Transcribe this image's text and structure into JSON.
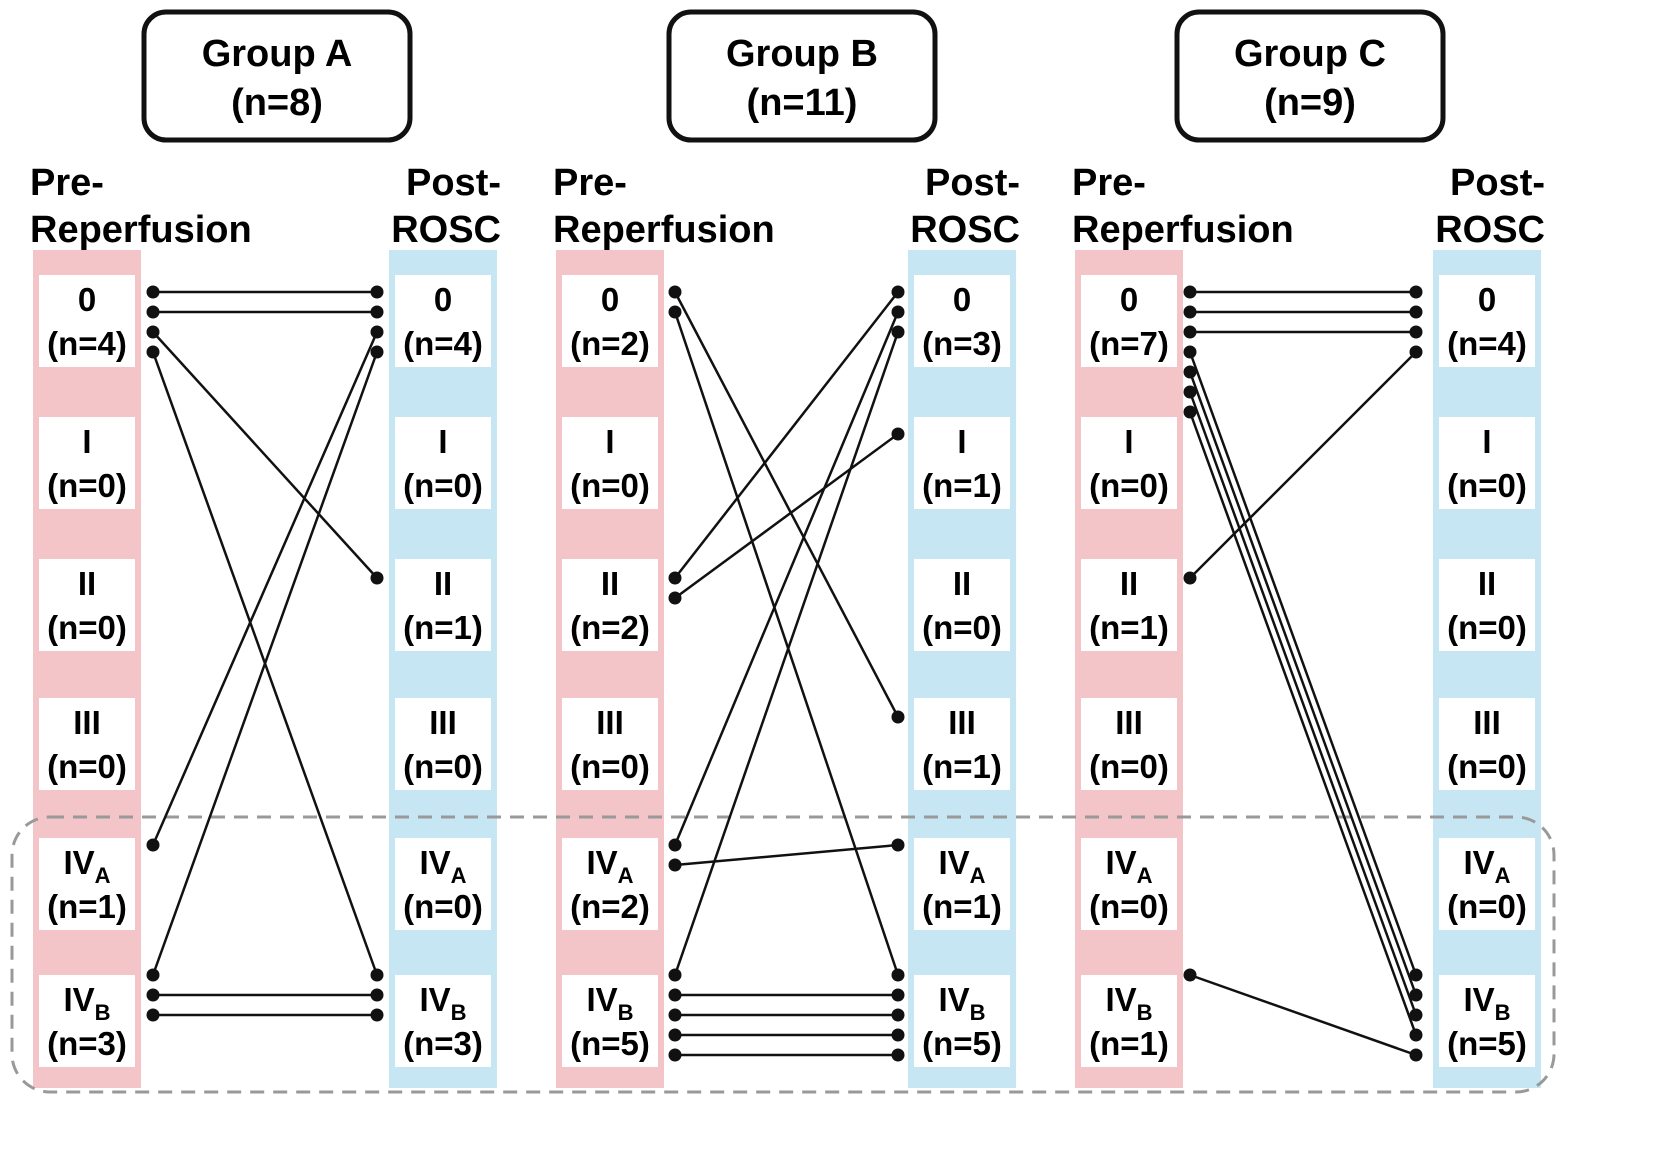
{
  "groups": [
    {
      "title": "Group A",
      "n": "(n=8)",
      "pre_header": [
        "Pre-",
        "Reperfusion"
      ],
      "post_header": [
        "Post-",
        "ROSC"
      ],
      "pre_counts": [
        "(n=4)",
        "(n=0)",
        "(n=0)",
        "(n=0)",
        "(n=1)",
        "(n=3)"
      ],
      "post_counts": [
        "(n=4)",
        "(n=0)",
        "(n=1)",
        "(n=0)",
        "(n=0)",
        "(n=3)"
      ],
      "transitions": [
        {
          "from": "0",
          "to": "0"
        },
        {
          "from": "0",
          "to": "0"
        },
        {
          "from": "0",
          "to": "II"
        },
        {
          "from": "0",
          "to": "IVB"
        },
        {
          "from": "IVA",
          "to": "0"
        },
        {
          "from": "IVB",
          "to": "0"
        },
        {
          "from": "IVB",
          "to": "IVB"
        },
        {
          "from": "IVB",
          "to": "IVB"
        }
      ]
    },
    {
      "title": "Group B",
      "n": "(n=11)",
      "pre_header": [
        "Pre-",
        "Reperfusion"
      ],
      "post_header": [
        "Post-",
        "ROSC"
      ],
      "pre_counts": [
        "(n=2)",
        "(n=0)",
        "(n=2)",
        "(n=0)",
        "(n=2)",
        "(n=5)"
      ],
      "post_counts": [
        "(n=3)",
        "(n=1)",
        "(n=0)",
        "(n=1)",
        "(n=1)",
        "(n=5)"
      ],
      "transitions": [
        {
          "from": "0",
          "to": "III"
        },
        {
          "from": "0",
          "to": "IVB"
        },
        {
          "from": "II",
          "to": "0"
        },
        {
          "from": "II",
          "to": "I"
        },
        {
          "from": "IVA",
          "to": "0"
        },
        {
          "from": "IVA",
          "to": "IVA"
        },
        {
          "from": "IVB",
          "to": "0"
        },
        {
          "from": "IVB",
          "to": "IVB"
        },
        {
          "from": "IVB",
          "to": "IVB"
        },
        {
          "from": "IVB",
          "to": "IVB"
        },
        {
          "from": "IVB",
          "to": "IVB"
        }
      ]
    },
    {
      "title": "Group C",
      "n": "(n=9)",
      "pre_header": [
        "Pre-",
        "Reperfusion"
      ],
      "post_header": [
        "Post-",
        "ROSC"
      ],
      "pre_counts": [
        "(n=7)",
        "(n=0)",
        "(n=1)",
        "(n=0)",
        "(n=0)",
        "(n=1)"
      ],
      "post_counts": [
        "(n=4)",
        "(n=0)",
        "(n=0)",
        "(n=0)",
        "(n=0)",
        "(n=5)"
      ],
      "transitions": [
        {
          "from": "0",
          "to": "0"
        },
        {
          "from": "0",
          "to": "0"
        },
        {
          "from": "0",
          "to": "0"
        },
        {
          "from": "0",
          "to": "IVB"
        },
        {
          "from": "0",
          "to": "IVB"
        },
        {
          "from": "0",
          "to": "IVB"
        },
        {
          "from": "0",
          "to": "IVB"
        },
        {
          "from": "II",
          "to": "0"
        },
        {
          "from": "IVB",
          "to": "IVB"
        }
      ]
    }
  ],
  "stages": [
    {
      "main": "0",
      "sub": ""
    },
    {
      "main": "I",
      "sub": ""
    },
    {
      "main": "II",
      "sub": ""
    },
    {
      "main": "III",
      "sub": ""
    },
    {
      "main": "IV",
      "sub": "A"
    },
    {
      "main": "IV",
      "sub": "B"
    }
  ],
  "colors": {
    "pre_column": "#f4c5c8",
    "post_column": "#c7e6f4",
    "line": "#111111",
    "dashed_box": "#999999"
  }
}
